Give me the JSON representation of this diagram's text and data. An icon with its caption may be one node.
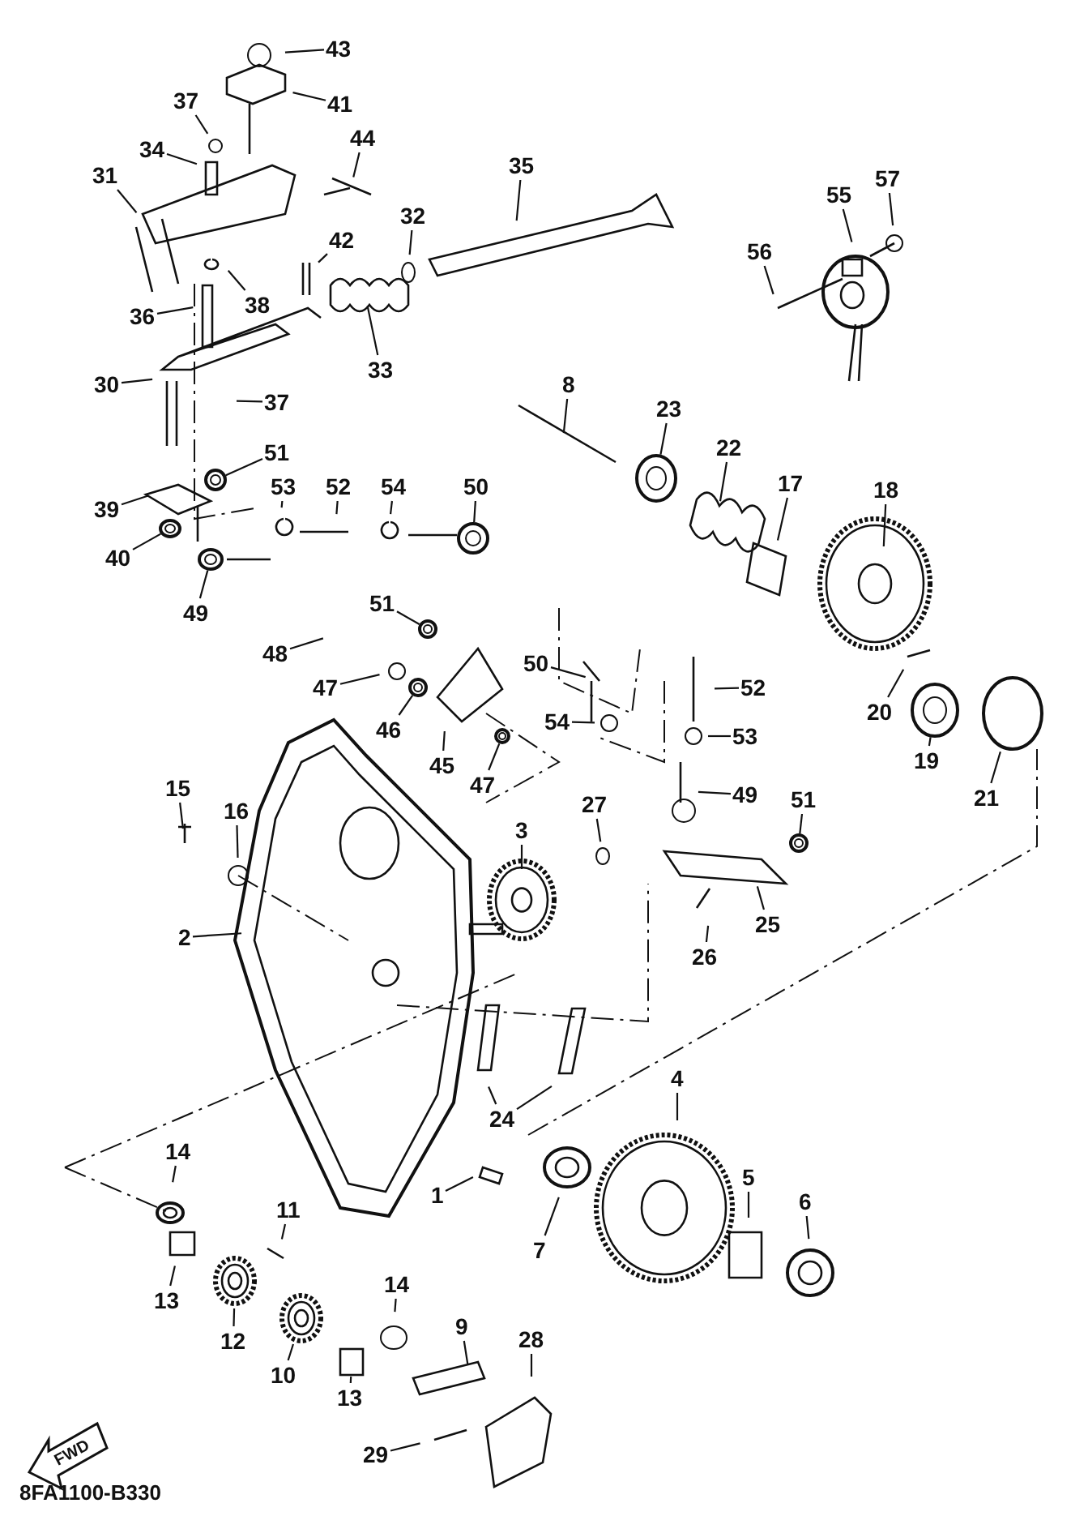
{
  "diagram": {
    "nodes": [
      {
        "text": [
          "43"
        ]
      },
      {
        "text": [
          "41"
        ]
      },
      {
        "text": [
          "37"
        ]
      },
      {
        "text": [
          "34"
        ]
      },
      {
        "text": [
          "44"
        ]
      },
      {
        "text": [
          "31"
        ]
      },
      {
        "text": [
          "35"
        ]
      },
      {
        "text": [
          "32"
        ]
      },
      {
        "text": [
          "42"
        ]
      },
      {
        "text": [
          "38"
        ]
      },
      {
        "text": [
          "36"
        ]
      },
      {
        "text": [
          "33"
        ]
      },
      {
        "text": [
          "30"
        ]
      },
      {
        "text": [
          "37"
        ]
      },
      {
        "text": [
          "51"
        ]
      },
      {
        "text": [
          "39"
        ]
      },
      {
        "text": [
          "53"
        ]
      },
      {
        "text": [
          "52"
        ]
      },
      {
        "text": [
          "54"
        ]
      },
      {
        "text": [
          "50"
        ]
      },
      {
        "text": [
          "40"
        ]
      },
      {
        "text": [
          "49"
        ]
      },
      {
        "text": [
          "8"
        ]
      },
      {
        "text": [
          "23"
        ]
      },
      {
        "text": [
          "22"
        ]
      },
      {
        "text": [
          "17"
        ]
      },
      {
        "text": [
          "18"
        ]
      },
      {
        "text": [
          "56"
        ]
      },
      {
        "text": [
          "55"
        ]
      },
      {
        "text": [
          "57"
        ]
      },
      {
        "text": [
          "51"
        ]
      },
      {
        "text": [
          "48"
        ]
      },
      {
        "text": [
          "47"
        ]
      },
      {
        "text": [
          "50"
        ]
      },
      {
        "text": [
          "46"
        ]
      },
      {
        "text": [
          "52"
        ]
      },
      {
        "text": [
          "45"
        ]
      },
      {
        "text": [
          "54"
        ]
      },
      {
        "text": [
          "53"
        ]
      },
      {
        "text": [
          "20"
        ]
      },
      {
        "text": [
          "19"
        ]
      },
      {
        "text": [
          "21"
        ]
      },
      {
        "text": [
          "47"
        ]
      },
      {
        "text": [
          "27"
        ]
      },
      {
        "text": [
          "49"
        ]
      },
      {
        "text": [
          "51"
        ]
      },
      {
        "text": [
          "15"
        ]
      },
      {
        "text": [
          "16"
        ]
      },
      {
        "text": [
          "3"
        ]
      },
      {
        "text": [
          "2"
        ]
      },
      {
        "text": [
          "25"
        ]
      },
      {
        "text": [
          "26"
        ]
      },
      {
        "text": [
          "24"
        ]
      },
      {
        "text": [
          "1"
        ]
      },
      {
        "text": [
          "4"
        ]
      },
      {
        "text": [
          "14"
        ]
      },
      {
        "text": [
          "5"
        ]
      },
      {
        "text": [
          "6"
        ]
      },
      {
        "text": [
          "7"
        ]
      },
      {
        "text": [
          "11"
        ]
      },
      {
        "text": [
          "13"
        ]
      },
      {
        "text": [
          "12"
        ]
      },
      {
        "text": [
          "10"
        ]
      },
      {
        "text": [
          "14"
        ]
      },
      {
        "text": [
          "13"
        ]
      },
      {
        "text": [
          "9"
        ]
      },
      {
        "text": [
          "28"
        ]
      },
      {
        "text": [
          "29"
        ]
      },
      {
        "text": [],
        "shape": "circle"
      },
      {
        "text": [],
        "shape": "circle"
      },
      {
        "text": [],
        "shape": "circle"
      },
      {
        "text": [],
        "shape": "circle"
      },
      {
        "text": [],
        "shape": "circle"
      },
      {
        "text": [],
        "shape": "circle"
      },
      {
        "text": [],
        "shape": "circle"
      },
      {
        "text": [],
        "shape": "circle"
      },
      {
        "text": [],
        "shape": "circle"
      },
      {
        "text": [],
        "shape": "circle"
      },
      {
        "text": [],
        "shape": "picture"
      },
      {
        "text": [],
        "shape": "picture"
      },
      {
        "text": [],
        "shape": "box"
      }
    ],
    "edges": [
      {
        "from": 0,
        "to": null,
        "arrow": "none"
      },
      {
        "from": 1,
        "to": null,
        "arrow": "none"
      },
      {
        "from": 2,
        "to": null,
        "arrow": "none"
      },
      {
        "from": 3,
        "to": null,
        "arrow": "none"
      },
      {
        "from": 4,
        "to": null,
        "arrow": "none"
      },
      {
        "from": 5,
        "to": null,
        "arrow": "none"
      },
      {
        "from": 6,
        "to": null,
        "arrow": "none"
      },
      {
        "from": 7,
        "to": null,
        "arrow": "none"
      },
      {
        "from": 8,
        "to": null,
        "arrow": "none"
      },
      {
        "from": 9,
        "to": null,
        "arrow": "none"
      },
      {
        "from": 10,
        "to": null,
        "arrow": "none"
      },
      {
        "from": 11,
        "to": null,
        "arrow": "none"
      },
      {
        "from": 12,
        "to": null,
        "arrow": "none"
      },
      {
        "from": 13,
        "to": null,
        "arrow": "none"
      },
      {
        "from": 14,
        "to": 68,
        "arrow": "none"
      },
      {
        "from": 15,
        "to": null,
        "arrow": "none"
      },
      {
        "from": 16,
        "to": null,
        "arrow": "none"
      },
      {
        "from": 17,
        "to": null,
        "arrow": "none"
      },
      {
        "from": 18,
        "to": null,
        "arrow": "none"
      },
      {
        "from": 19,
        "to": 69,
        "arrow": "none"
      },
      {
        "from": 20,
        "to": 70,
        "arrow": "none"
      },
      {
        "from": 21,
        "to": 71,
        "arrow": "none"
      },
      {
        "from": 22,
        "to": null,
        "arrow": "none"
      },
      {
        "from": 23,
        "to": 72,
        "arrow": "none"
      },
      {
        "from": 24,
        "to": null,
        "arrow": "none"
      },
      {
        "from": 25,
        "to": null,
        "arrow": "none"
      },
      {
        "from": 26,
        "to": null,
        "arrow": "none"
      },
      {
        "from": 27,
        "to": null,
        "arrow": "none"
      },
      {
        "from": 28,
        "to": null,
        "arrow": "none"
      },
      {
        "from": 29,
        "to": null,
        "arrow": "none"
      },
      {
        "from": 30,
        "to": 73,
        "arrow": "none"
      },
      {
        "from": 31,
        "to": null,
        "arrow": "none"
      },
      {
        "from": 32,
        "to": null,
        "arrow": "none"
      },
      {
        "from": 33,
        "to": null,
        "arrow": "none"
      },
      {
        "from": 34,
        "to": 74,
        "arrow": "none"
      },
      {
        "from": 35,
        "to": null,
        "arrow": "none"
      },
      {
        "from": 36,
        "to": null,
        "arrow": "none"
      },
      {
        "from": 37,
        "to": null,
        "arrow": "none"
      },
      {
        "from": 38,
        "to": null,
        "arrow": "none"
      },
      {
        "from": 39,
        "to": null,
        "arrow": "none"
      },
      {
        "from": 40,
        "to": 75,
        "arrow": "none"
      },
      {
        "from": 41,
        "to": null,
        "arrow": "none"
      },
      {
        "from": 42,
        "to": 76,
        "arrow": "none"
      },
      {
        "from": 43,
        "to": null,
        "arrow": "none"
      },
      {
        "from": 44,
        "to": null,
        "arrow": "none"
      },
      {
        "from": 45,
        "to": 77,
        "arrow": "none"
      },
      {
        "from": 46,
        "to": null,
        "arrow": "none"
      },
      {
        "from": 47,
        "to": null,
        "arrow": "none"
      },
      {
        "from": 48,
        "to": null,
        "arrow": "none"
      },
      {
        "from": 49,
        "to": null,
        "arrow": "none"
      },
      {
        "from": 50,
        "to": null,
        "arrow": "none"
      },
      {
        "from": 51,
        "to": null,
        "arrow": "none"
      },
      {
        "from": 52,
        "to": null,
        "arrow": "none"
      },
      {
        "from": 52,
        "to": null,
        "arrow": "none"
      },
      {
        "from": 53,
        "to": null,
        "arrow": "none"
      },
      {
        "from": 54,
        "to": null,
        "arrow": "none"
      },
      {
        "from": 55,
        "to": null,
        "arrow": "none"
      },
      {
        "from": 56,
        "to": null,
        "arrow": "none"
      },
      {
        "from": 57,
        "to": null,
        "arrow": "none"
      },
      {
        "from": 58,
        "to": null,
        "arrow": "none"
      },
      {
        "from": 59,
        "to": null,
        "arrow": "none"
      },
      {
        "from": 60,
        "to": null,
        "arrow": "none"
      },
      {
        "from": 61,
        "to": 78,
        "arrow": "none"
      },
      {
        "from": 62,
        "to": 79,
        "arrow": "none"
      },
      {
        "from": 63,
        "to": null,
        "arrow": "none"
      },
      {
        "from": 64,
        "to": 80,
        "arrow": "none"
      },
      {
        "from": 65,
        "to": null,
        "arrow": "none"
      },
      {
        "from": 66,
        "to": null,
        "arrow": "none"
      },
      {
        "from": 67,
        "to": null,
        "arrow": "none"
      }
    ],
    "labels": [
      "FWD",
      "8FA1100-B330"
    ]
  }
}
